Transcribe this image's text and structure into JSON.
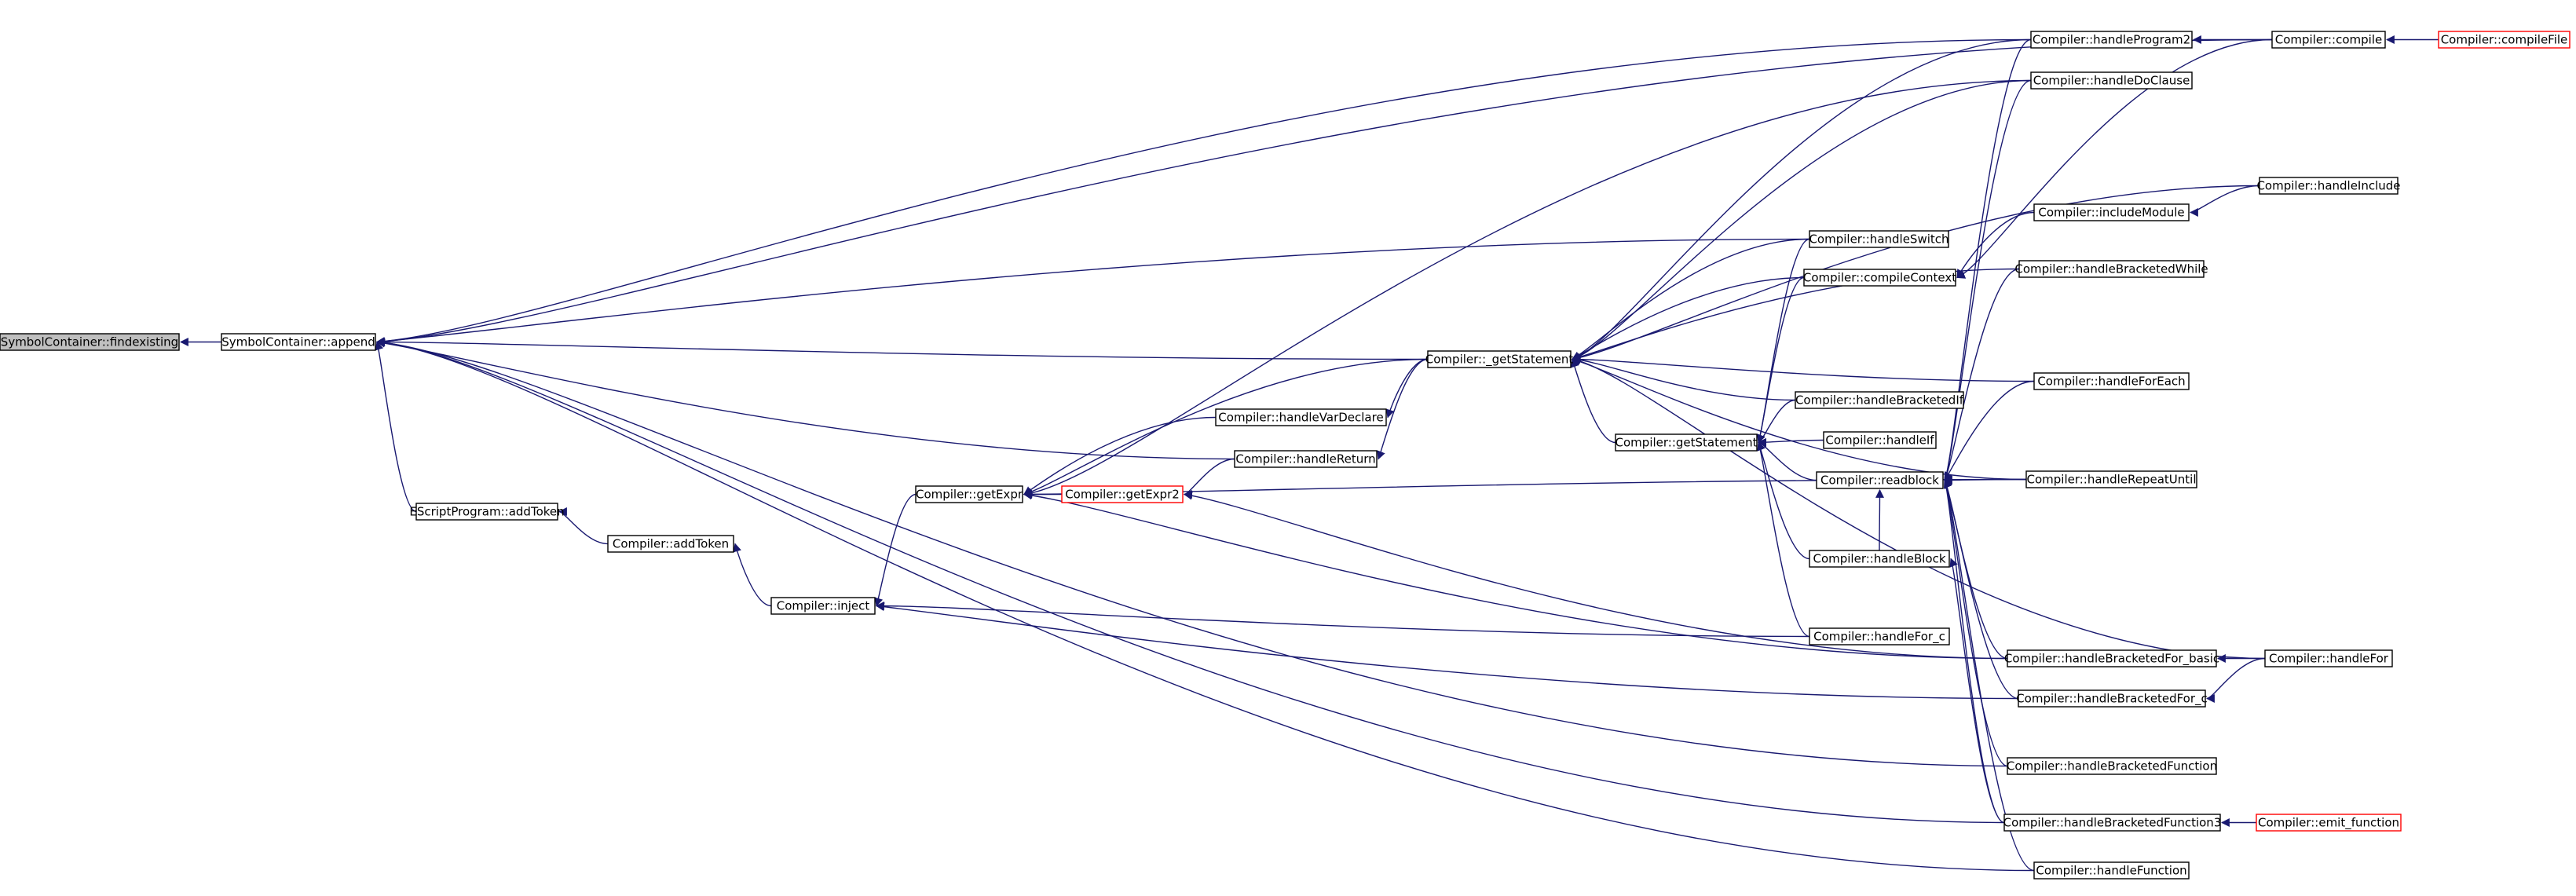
{
  "colors": {
    "edge": "#191970",
    "node_border": "#000000",
    "node_border_red": "#ff0000",
    "node_fill": "#ffffff",
    "node_fill_root": "#bfbfbf",
    "node_text": "#000000"
  },
  "nodes": [
    {
      "id": "findexisting",
      "label": "SymbolContainer::findexisting",
      "style": "root"
    },
    {
      "id": "append",
      "label": "SymbolContainer::append",
      "style": "normal"
    },
    {
      "id": "escript_addtoken",
      "label": "EScriptProgram::addToken",
      "style": "normal"
    },
    {
      "id": "addtoken",
      "label": "Compiler::addToken",
      "style": "normal"
    },
    {
      "id": "inject",
      "label": "Compiler::inject",
      "style": "normal"
    },
    {
      "id": "getexpr",
      "label": "Compiler::getExpr",
      "style": "normal"
    },
    {
      "id": "getexpr2",
      "label": "Compiler::getExpr2",
      "style": "red"
    },
    {
      "id": "handlevardeclare",
      "label": "Compiler::handleVarDeclare",
      "style": "normal"
    },
    {
      "id": "handlereturn",
      "label": "Compiler::handleReturn",
      "style": "normal"
    },
    {
      "id": "_getstatement",
      "label": "Compiler::_getStatement",
      "style": "normal"
    },
    {
      "id": "getstatement",
      "label": "Compiler::getStatement",
      "style": "normal"
    },
    {
      "id": "handleswitch",
      "label": "Compiler::handleSwitch",
      "style": "normal"
    },
    {
      "id": "compilecontext",
      "label": "Compiler::compileContext",
      "style": "normal"
    },
    {
      "id": "handlebracketedif",
      "label": "Compiler::handleBracketedIf",
      "style": "normal"
    },
    {
      "id": "handleif",
      "label": "Compiler::handleIf",
      "style": "normal"
    },
    {
      "id": "readblock",
      "label": "Compiler::readblock",
      "style": "normal"
    },
    {
      "id": "handleblock",
      "label": "Compiler::handleBlock",
      "style": "normal"
    },
    {
      "id": "handlefor_c",
      "label": "Compiler::handleFor_c",
      "style": "normal"
    },
    {
      "id": "handleprogram2",
      "label": "Compiler::handleProgram2",
      "style": "normal"
    },
    {
      "id": "handledoclause",
      "label": "Compiler::handleDoClause",
      "style": "normal"
    },
    {
      "id": "includemodule",
      "label": "Compiler::includeModule",
      "style": "normal"
    },
    {
      "id": "handlebracketedwhile",
      "label": "Compiler::handleBracketedWhile",
      "style": "normal"
    },
    {
      "id": "handleforeach",
      "label": "Compiler::handleForEach",
      "style": "normal"
    },
    {
      "id": "handlerepeatuntil",
      "label": "Compiler::handleRepeatUntil",
      "style": "normal"
    },
    {
      "id": "handlebracketedfor_basic",
      "label": "Compiler::handleBracketedFor_basic",
      "style": "normal"
    },
    {
      "id": "handlebracketedfor_c",
      "label": "Compiler::handleBracketedFor_c",
      "style": "normal"
    },
    {
      "id": "handlebracketedfunction",
      "label": "Compiler::handleBracketedFunction",
      "style": "normal"
    },
    {
      "id": "handlebracketedfunction3",
      "label": "Compiler::handleBracketedFunction3",
      "style": "normal"
    },
    {
      "id": "handlefunction",
      "label": "Compiler::handleFunction",
      "style": "normal"
    },
    {
      "id": "compile",
      "label": "Compiler::compile",
      "style": "normal"
    },
    {
      "id": "handleinclude",
      "label": "Compiler::handleInclude",
      "style": "normal"
    },
    {
      "id": "handlefor",
      "label": "Compiler::handleFor",
      "style": "normal"
    },
    {
      "id": "compilefile",
      "label": "Compiler::compileFile",
      "style": "red"
    },
    {
      "id": "emit_function",
      "label": "Compiler::emit_function",
      "style": "red"
    }
  ],
  "edges": [
    {
      "from": "append",
      "to": "findexisting"
    },
    {
      "from": "escript_addtoken",
      "to": "append"
    },
    {
      "from": "addtoken",
      "to": "escript_addtoken"
    },
    {
      "from": "inject",
      "to": "addtoken"
    },
    {
      "from": "getexpr",
      "to": "inject"
    },
    {
      "from": "handlefor_c",
      "to": "inject"
    },
    {
      "from": "handlebracketedfor_c",
      "to": "inject"
    },
    {
      "from": "getexpr2",
      "to": "getexpr"
    },
    {
      "from": "handlevardeclare",
      "to": "getexpr"
    },
    {
      "from": "_getstatement",
      "to": "getexpr"
    },
    {
      "from": "handledoclause",
      "to": "getexpr"
    },
    {
      "from": "handlerepeatuntil",
      "to": "getexpr"
    },
    {
      "from": "handlebracketedfor_basic",
      "to": "getexpr"
    },
    {
      "from": "handlereturn",
      "to": "getexpr2"
    },
    {
      "from": "handlebracketedfor_basic",
      "to": "getexpr2"
    },
    {
      "from": "_getstatement",
      "to": "handlevardeclare"
    },
    {
      "from": "_getstatement",
      "to": "handlereturn"
    },
    {
      "from": "getstatement",
      "to": "_getstatement"
    },
    {
      "from": "handlefor",
      "to": "_getstatement"
    },
    {
      "from": "handleswitch",
      "to": "getstatement"
    },
    {
      "from": "compilecontext",
      "to": "getstatement"
    },
    {
      "from": "handlebracketedif",
      "to": "getstatement"
    },
    {
      "from": "handleif",
      "to": "getstatement"
    },
    {
      "from": "readblock",
      "to": "getstatement"
    },
    {
      "from": "handleblock",
      "to": "getstatement"
    },
    {
      "from": "handlefor_c",
      "to": "getstatement"
    },
    {
      "from": "handleprogram2",
      "to": "_getstatement"
    },
    {
      "from": "handledoclause",
      "to": "_getstatement"
    },
    {
      "from": "handleswitch",
      "to": "_getstatement"
    },
    {
      "from": "compilecontext",
      "to": "_getstatement"
    },
    {
      "from": "handlebracketedwhile",
      "to": "_getstatement"
    },
    {
      "from": "handleforeach",
      "to": "_getstatement"
    },
    {
      "from": "handlebracketedif",
      "to": "_getstatement"
    },
    {
      "from": "handlerepeatuntil",
      "to": "_getstatement"
    },
    {
      "from": "handleinclude",
      "to": "_getstatement"
    },
    {
      "from": "handlebracketedwhile",
      "to": "readblock"
    },
    {
      "from": "handleforeach",
      "to": "readblock"
    },
    {
      "from": "handlerepeatuntil",
      "to": "readblock"
    },
    {
      "from": "handlebracketedfor_basic",
      "to": "readblock"
    },
    {
      "from": "handlebracketedfor_c",
      "to": "readblock"
    },
    {
      "from": "handlebracketedfunction",
      "to": "readblock"
    },
    {
      "from": "handlebracketedfunction3",
      "to": "readblock"
    },
    {
      "from": "handlefunction",
      "to": "readblock"
    },
    {
      "from": "handledoclause",
      "to": "readblock"
    },
    {
      "from": "handleprogram2",
      "to": "readblock"
    },
    {
      "from": "handleblock",
      "to": "readblock"
    },
    {
      "from": "handlebracketedfunction3",
      "to": "handleblock"
    },
    {
      "from": "includemodule",
      "to": "compilecontext"
    },
    {
      "from": "compile",
      "to": "compilecontext"
    },
    {
      "from": "handleinclude",
      "to": "includemodule"
    },
    {
      "from": "compile",
      "to": "handleprogram2"
    },
    {
      "from": "compilefile",
      "to": "compile"
    },
    {
      "from": "handlefor",
      "to": "handlebracketedfor_basic"
    },
    {
      "from": "handlefor",
      "to": "handlebracketedfor_c"
    },
    {
      "from": "emit_function",
      "to": "handlebracketedfunction3"
    },
    {
      "from": "compile",
      "to": "append"
    },
    {
      "from": "handleprogram2",
      "to": "append"
    },
    {
      "from": "handleswitch",
      "to": "append"
    },
    {
      "from": "_getstatement",
      "to": "append"
    },
    {
      "from": "handlereturn",
      "to": "append"
    },
    {
      "from": "handlebracketedfunction",
      "to": "append"
    },
    {
      "from": "handlebracketedfunction3",
      "to": "append"
    },
    {
      "from": "handlefunction",
      "to": "append"
    }
  ]
}
